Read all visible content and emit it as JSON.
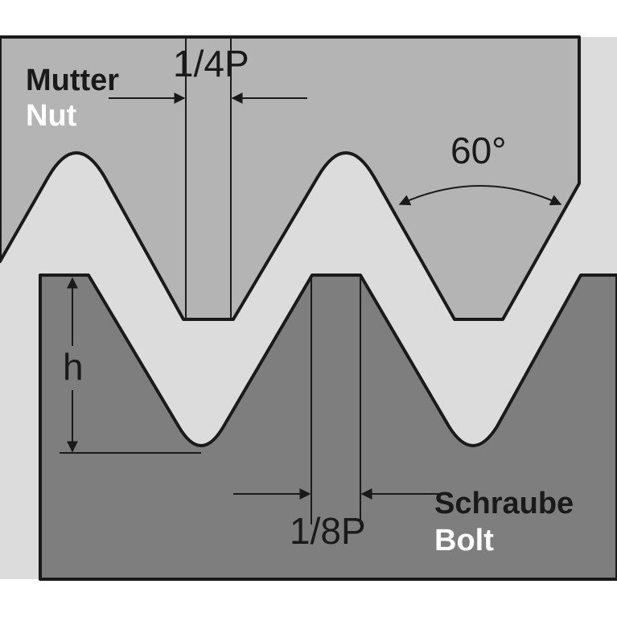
{
  "labels": {
    "nut_de": "Mutter",
    "nut_en": "Nut",
    "bolt_de": "Schraube",
    "bolt_en": "Bolt",
    "crest_width_nut": "1/4P",
    "crest_width_bolt": "1/8P",
    "thread_angle": "60°",
    "thread_height": "h"
  },
  "colors": {
    "background": "#ffffff",
    "gap": "#dcdcdc",
    "nut": "#b4b4b4",
    "bolt": "#7e7e7e",
    "line": "#1a1a1a"
  }
}
